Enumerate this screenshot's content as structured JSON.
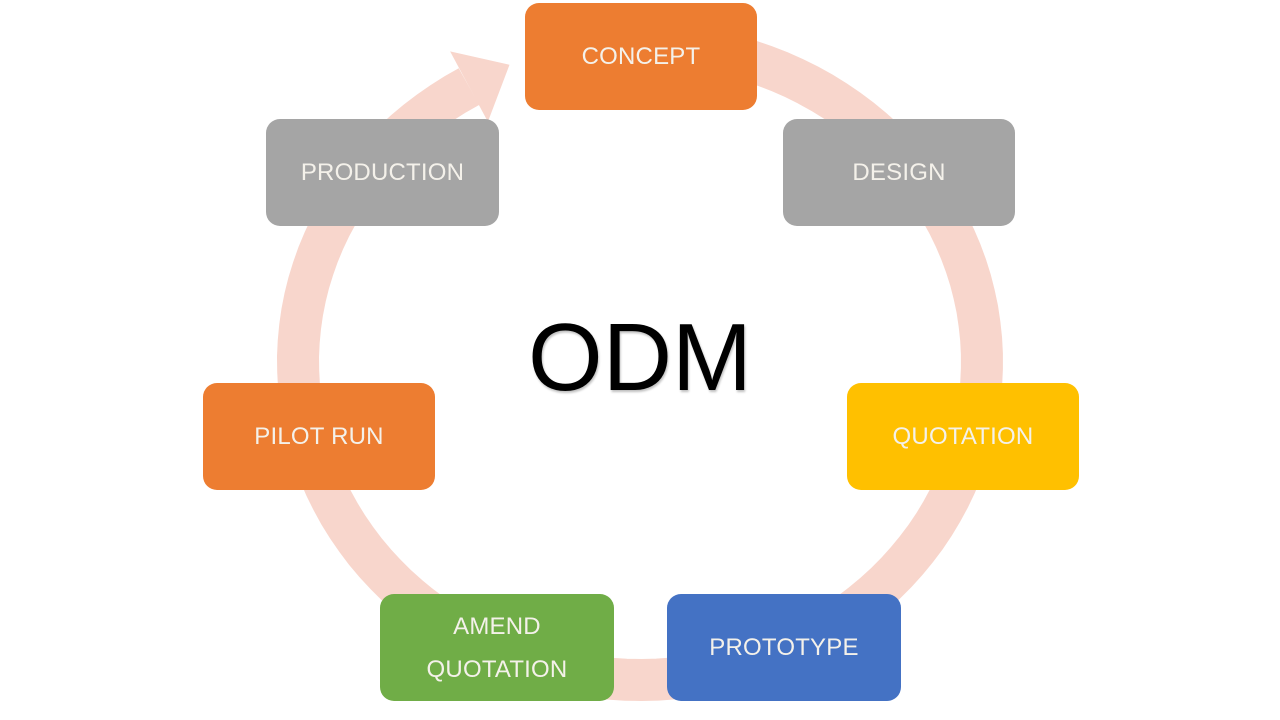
{
  "title": "ODM",
  "cycle": {
    "ring_color": "#f8d6cc",
    "direction": "clockwise",
    "steps": [
      {
        "id": "concept",
        "label": "CONCEPT",
        "color": "#ed7d31"
      },
      {
        "id": "design",
        "label": "DESIGN",
        "color": "#a5a5a5"
      },
      {
        "id": "quotation",
        "label": "QUOTATION",
        "color": "#ffc000"
      },
      {
        "id": "prototype",
        "label": "PROTOTYPE",
        "color": "#4472c4"
      },
      {
        "id": "amend-quotation",
        "label": "AMEND QUOTATION",
        "label_lines": [
          "AMEND",
          "QUOTATION"
        ],
        "color": "#70ad47"
      },
      {
        "id": "pilot-run",
        "label": "PILOT RUN",
        "color": "#ed7d31"
      },
      {
        "id": "production",
        "label": "PRODUCTION",
        "color": "#a5a5a5"
      }
    ]
  }
}
